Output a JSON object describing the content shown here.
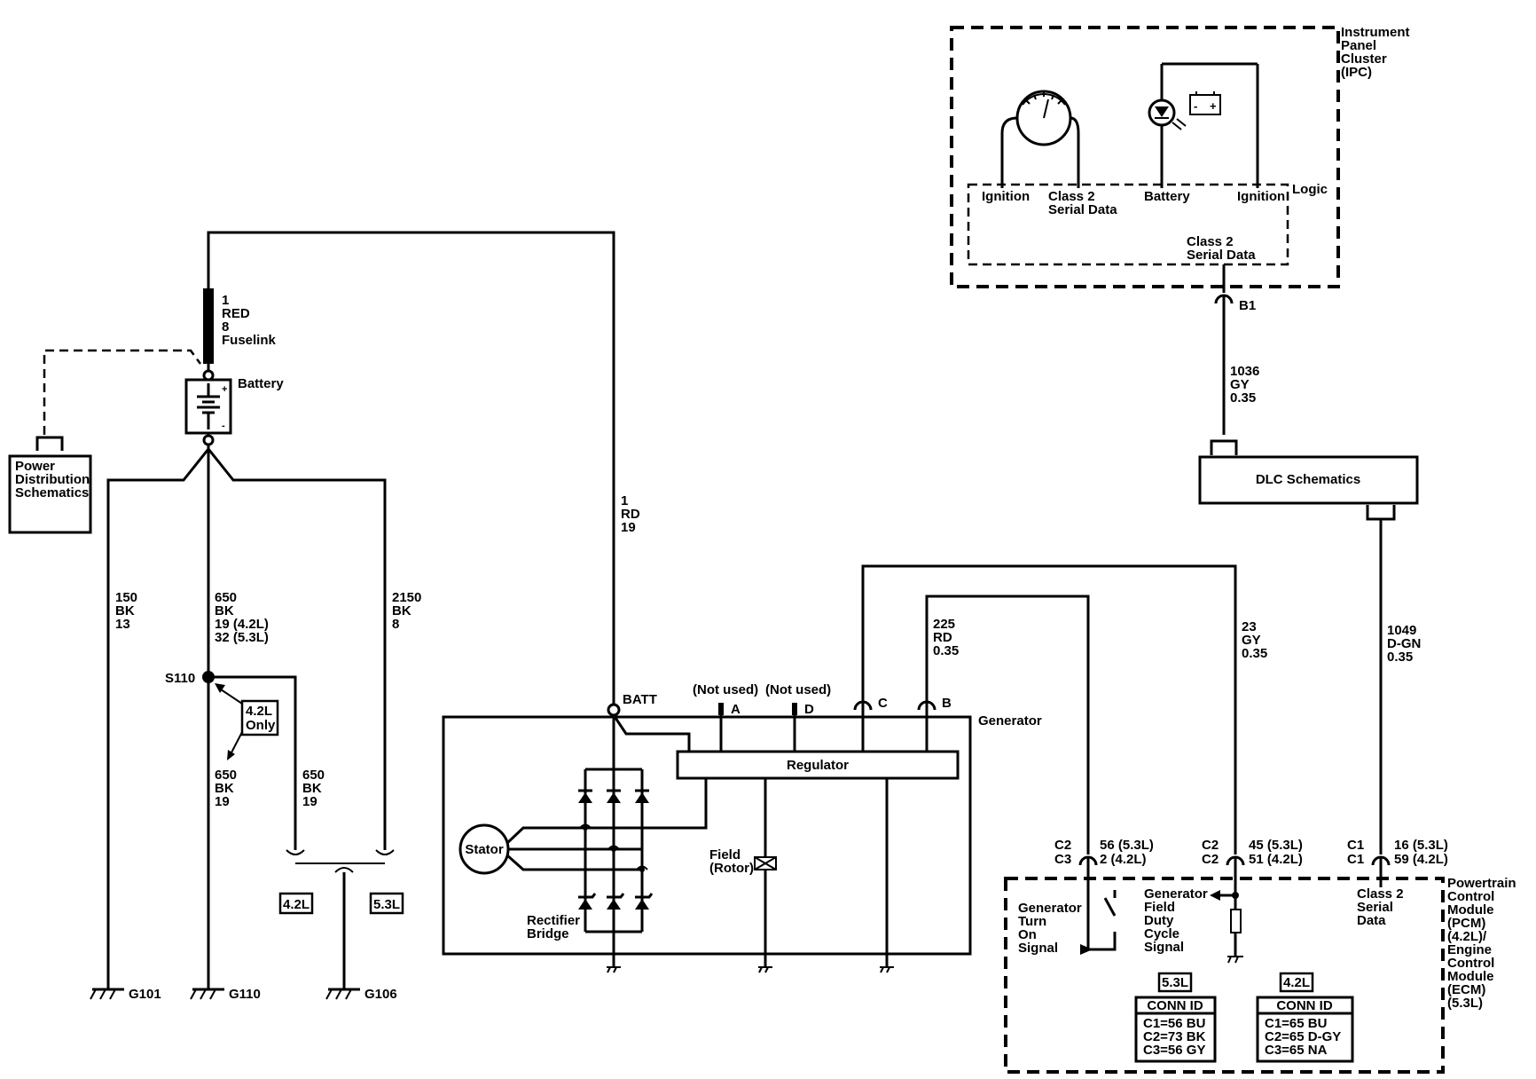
{
  "ipc": {
    "title": [
      "Instrument",
      "Panel",
      "Cluster",
      "(IPC)"
    ],
    "logic": "Logic",
    "pins": {
      "ignition_left": "Ignition",
      "class2_top": [
        "Class 2",
        "Serial Data"
      ],
      "battery": "Battery",
      "ignition_right": "Ignition"
    },
    "class2_bottom": [
      "Class 2",
      "Serial Data"
    ],
    "connector": "B1"
  },
  "fuselink": [
    "1",
    "RED",
    "8",
    "Fuselink"
  ],
  "battery": {
    "label": "Battery",
    "plus": "+",
    "minus": "-"
  },
  "power_distribution": [
    "Power",
    "Distribution",
    "Schematics"
  ],
  "wires": {
    "w150": [
      "150",
      "BK",
      "13"
    ],
    "w650a": [
      "650",
      "BK",
      "19 (4.2L)",
      "32 (5.3L)"
    ],
    "w2150": [
      "2150",
      "BK",
      "8"
    ],
    "w650b": [
      "650",
      "BK",
      "19"
    ],
    "w650c": [
      "650",
      "BK",
      "19"
    ],
    "w1rd": [
      "1",
      "RD",
      "19"
    ],
    "w225": [
      "225",
      "RD",
      "0.35"
    ],
    "w23": [
      "23",
      "GY",
      "0.35"
    ],
    "w1036": [
      "1036",
      "GY",
      "0.35"
    ],
    "w1049": [
      "1049",
      "D-GN",
      "0.35"
    ]
  },
  "splice": {
    "s110": "S110",
    "only_label": [
      "4.2L",
      "Only"
    ]
  },
  "engine_tags": {
    "tag42": "4.2L",
    "tag53": "5.3L"
  },
  "grounds": {
    "g101": "G101",
    "g110": "G110",
    "g106": "G106"
  },
  "generator": {
    "label": "Generator",
    "batt": "BATT",
    "not_used_a": "(Not used)",
    "pin_a": "A",
    "not_used_d": "(Not used)",
    "pin_d": "D",
    "pin_c": "C",
    "pin_b": "B",
    "regulator": "Regulator",
    "stator": "Stator",
    "rectifier": [
      "Rectifier",
      "Bridge"
    ],
    "field": [
      "Field",
      "(Rotor)"
    ]
  },
  "dlc": "DLC Schematics",
  "pcm": {
    "title": [
      "Powertrain",
      "Control",
      "Module",
      "(PCM)",
      "(4.2L)/",
      "Engine",
      "Control",
      "Module",
      "(ECM)",
      "(5.3L)"
    ],
    "conn1": [
      "C2",
      "C3"
    ],
    "conn1_pins": [
      "56 (5.3L)",
      "2 (4.2L)"
    ],
    "conn2": [
      "C2",
      "C2"
    ],
    "conn2_pins": [
      "45 (5.3L)",
      "51 (4.2L)"
    ],
    "conn3": [
      "C1",
      "C1"
    ],
    "conn3_pins": [
      "16 (5.3L)",
      "59 (4.2L)"
    ],
    "turn_on": [
      "Generator",
      "Turn",
      "On",
      "Signal"
    ],
    "field_duty": [
      "Generator",
      "Field",
      "Duty",
      "Cycle",
      "Signal"
    ],
    "class2": [
      "Class 2",
      "Serial",
      "Data"
    ],
    "table53": {
      "tag": "5.3L",
      "header": "CONN ID",
      "rows": [
        "C1=56 BU",
        "C2=73 BK",
        "C3=56 GY"
      ]
    },
    "table42": {
      "tag": "4.2L",
      "header": "CONN ID",
      "rows": [
        "C1=65 BU",
        "C2=65 D-GY",
        "C3=65 NA"
      ]
    }
  }
}
